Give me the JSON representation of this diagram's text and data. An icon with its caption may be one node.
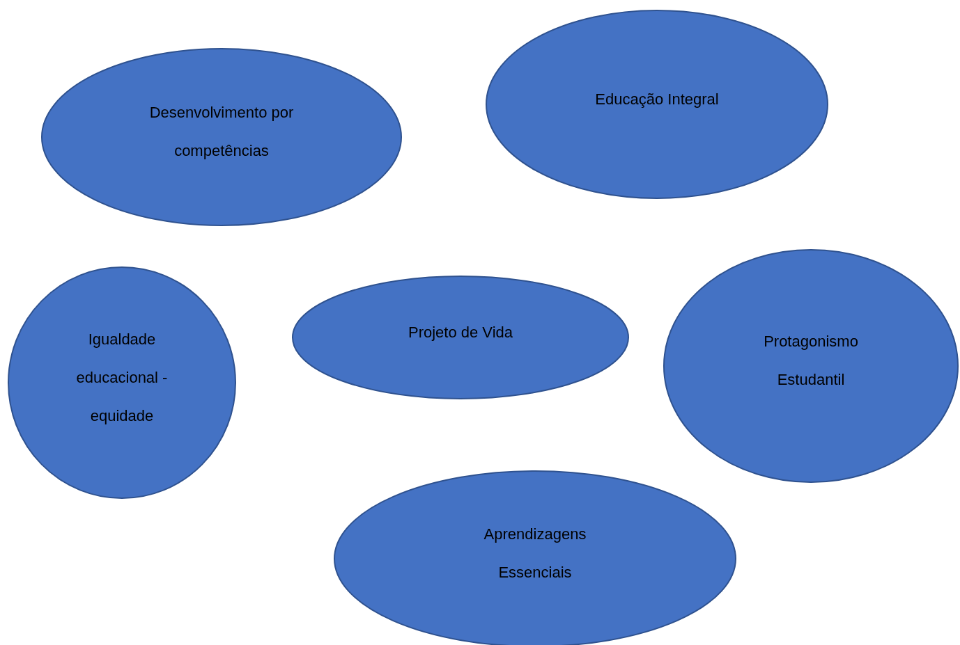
{
  "diagram": {
    "nodes": [
      {
        "text": [
          "Desenvolvimento por competências"
        ]
      },
      {
        "text": [
          "Educação Integral"
        ]
      },
      {
        "text": [
          "Igualdade educacional - equidade"
        ]
      },
      {
        "text": [
          "Projeto de Vida"
        ]
      },
      {
        "text": [
          "Protagonismo Estudantil"
        ]
      },
      {
        "text": [
          "Aprendizagens Essenciais"
        ]
      }
    ]
  }
}
